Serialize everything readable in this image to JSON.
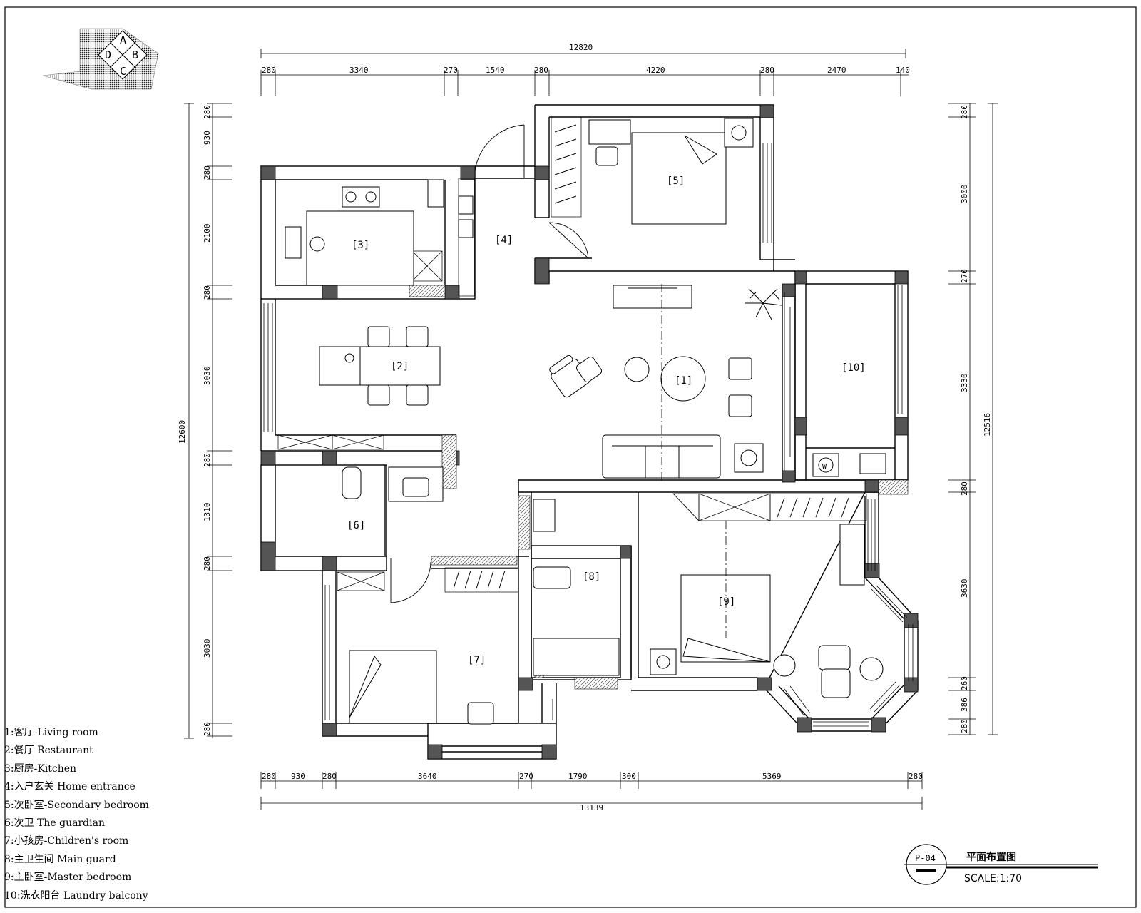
{
  "logo": {
    "letters": [
      "A",
      "B",
      "C",
      "D"
    ]
  },
  "dimensions": {
    "top_total": "12820",
    "top_segments": [
      "280",
      "3340",
      "270",
      "1540",
      "280",
      "4220",
      "280",
      "2470",
      "140"
    ],
    "bottom_total": "13139",
    "bottom_segments": [
      "280",
      "930",
      "280",
      "3640",
      "270",
      "1790",
      "300",
      "5369",
      "280"
    ],
    "left_total": "12600",
    "left_segments": [
      "280",
      "930",
      "280",
      "2100",
      "280",
      "3030",
      "280",
      "1310",
      "280",
      "3030",
      "280"
    ],
    "right_total": "12516",
    "right_segments": [
      "280",
      "3000",
      "270",
      "3330",
      "280",
      "3630",
      "260",
      "386",
      "280"
    ]
  },
  "room_tags": [
    "[1]",
    "[2]",
    "[3]",
    "[4]",
    "[5]",
    "[6]",
    "[7]",
    "[8]",
    "[9]",
    "[10]"
  ],
  "washer_label": "W",
  "legend": [
    "1:客厅-Living room",
    "2:餐厅 Restaurant",
    "3:厨房-Kitchen",
    "4:入户玄关 Home entrance",
    "5:次卧室-Secondary bedroom",
    "6:次卫 The guardian",
    "7:小孩房-Children's room",
    "8:主卫生间 Main guard",
    "9:主卧室-Master bedroom",
    "10:洗衣阳台 Laundry balcony"
  ],
  "title_block": {
    "sheet_no": "P-04",
    "title": "平面布置图",
    "scale": "SCALE:1:70"
  }
}
